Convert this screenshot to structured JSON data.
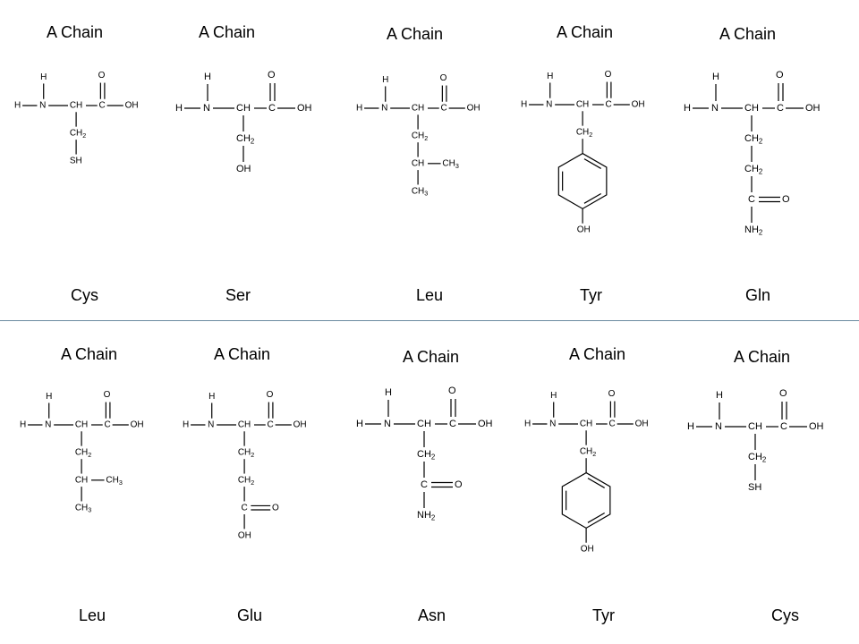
{
  "chain_label": "A Chain",
  "rows": [
    {
      "residues": [
        {
          "name": "Cys",
          "side_chain": [
            "CH2",
            "SH"
          ]
        },
        {
          "name": "Ser",
          "side_chain": [
            "CH2",
            "OH"
          ]
        },
        {
          "name": "Leu",
          "side_chain": [
            "CH2",
            "CH—CH3",
            "CH3"
          ]
        },
        {
          "name": "Tyr",
          "side_chain": [
            "CH2",
            "phenyl ring",
            "OH"
          ]
        },
        {
          "name": "Gln",
          "side_chain": [
            "CH2",
            "CH2",
            "C=O",
            "NH2"
          ]
        }
      ]
    },
    {
      "residues": [
        {
          "name": "Leu",
          "side_chain": [
            "CH2",
            "CH—CH3",
            "CH3"
          ]
        },
        {
          "name": "Glu",
          "side_chain": [
            "CH2",
            "CH2",
            "C=O",
            "OH"
          ]
        },
        {
          "name": "Asn",
          "side_chain": [
            "CH2",
            "C=O",
            "NH2"
          ]
        },
        {
          "name": "Tyr",
          "side_chain": [
            "CH2",
            "phenyl ring",
            "OH"
          ]
        },
        {
          "name": "Cys",
          "side_chain": [
            "CH2",
            "SH"
          ]
        }
      ]
    }
  ],
  "atoms": {
    "h": "H",
    "n": "N",
    "ch": "CH",
    "c": "C",
    "o": "O",
    "oh": "OH",
    "ch2": "CH",
    "ch3": "CH",
    "sub2": "2",
    "sub3": "3",
    "sh": "SH",
    "nh2": "NH"
  }
}
